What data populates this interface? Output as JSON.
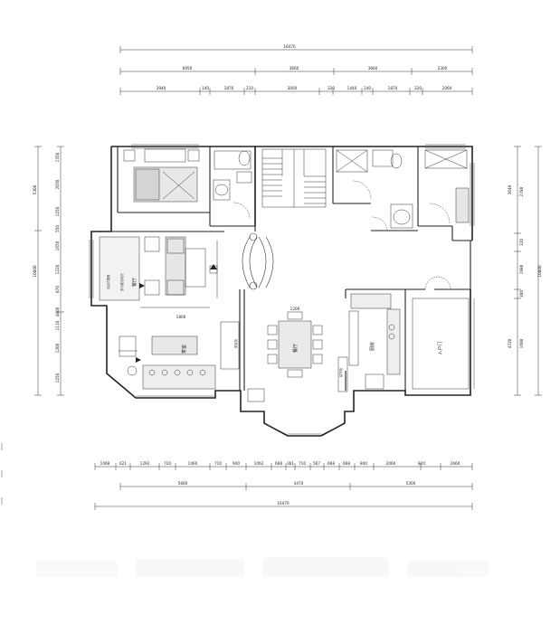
{
  "dimensions": {
    "top_total": "16470",
    "top_row2": [
      "6950",
      "3660",
      "3660",
      "2300"
    ],
    "top_row3": [
      "3940",
      "140",
      "1870",
      "210",
      "3000",
      "320",
      "1440",
      "140",
      "1870",
      "320",
      "2060"
    ],
    "bottom_row1": [
      "1068",
      "621",
      "1292",
      "720",
      "1460",
      "710",
      "940",
      "1062",
      "668",
      "361",
      "710",
      "567",
      "668",
      "668",
      "840",
      "2060",
      "820",
      "2660"
    ],
    "bottom_row2": [
      "5660",
      "4470",
      "5300"
    ],
    "bottom_total": "16470",
    "left_outer": [
      "5300",
      "10800",
      "4800"
    ],
    "left_inner": [
      "1350",
      "2030",
      "1250",
      "550",
      "1650",
      "1220",
      "870",
      "1110",
      "1200",
      "1250"
    ],
    "right_outer": [
      "3640",
      "4720"
    ],
    "right_inner": [
      "2780",
      "320",
      "1980",
      "300",
      "1690"
    ],
    "right_total": "10800",
    "dining_table": "1200",
    "window_lr": "1800"
  },
  "rooms": {
    "living_room": "客厅",
    "tea_room": "茶室",
    "dining_room": "餐厅",
    "kitchen": "厨房",
    "entrance": "入户门"
  },
  "notes": {
    "note_1": "多功能活动厅",
    "note_2": "活动式隔断",
    "note_3": "美容柜",
    "note_4": "装饰柜"
  }
}
